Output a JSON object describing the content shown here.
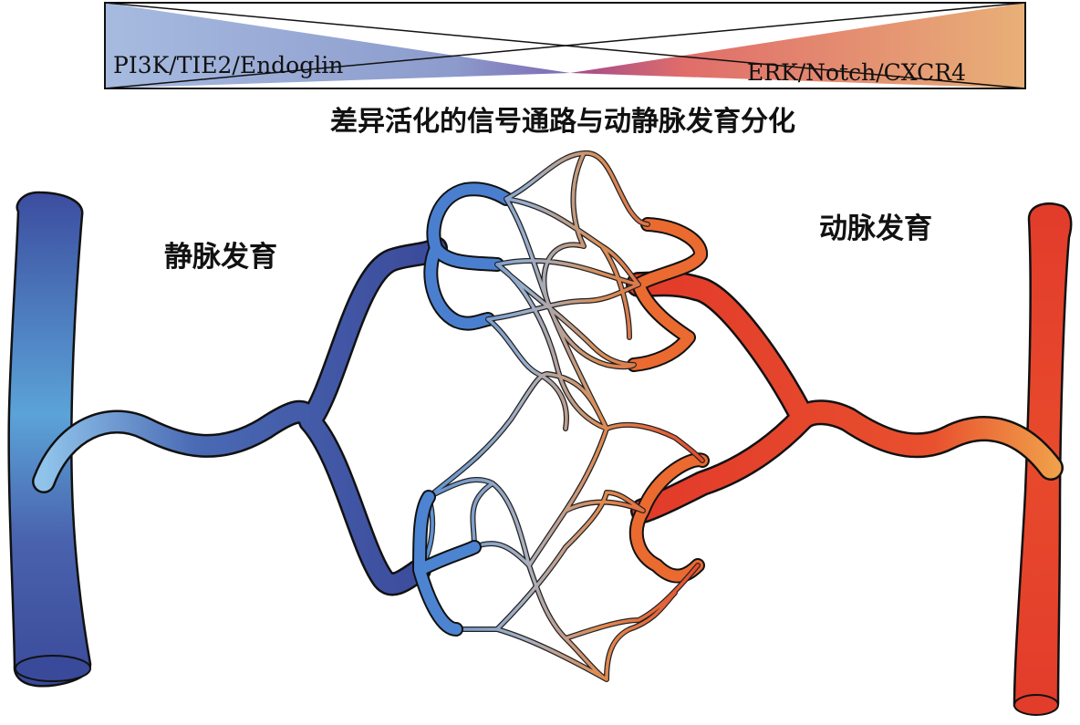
{
  "gradient_bar": {
    "left_label": "PI3K/TIE2/Endoglin",
    "right_label": "ERK/Notch/CXCR4",
    "left_color": "#9fb1d9",
    "right_color": "#e6ad72",
    "mid_color": "#8e5fa6"
  },
  "title": "差异活化的信号通路与动静脉发育分化",
  "vein": {
    "label": "静脉发育",
    "color_dark": "#3a4a9c",
    "color_light": "#5ea5da"
  },
  "artery": {
    "label": "动脉发育",
    "color_dark": "#e03a2a",
    "color_light": "#f08a3a"
  }
}
